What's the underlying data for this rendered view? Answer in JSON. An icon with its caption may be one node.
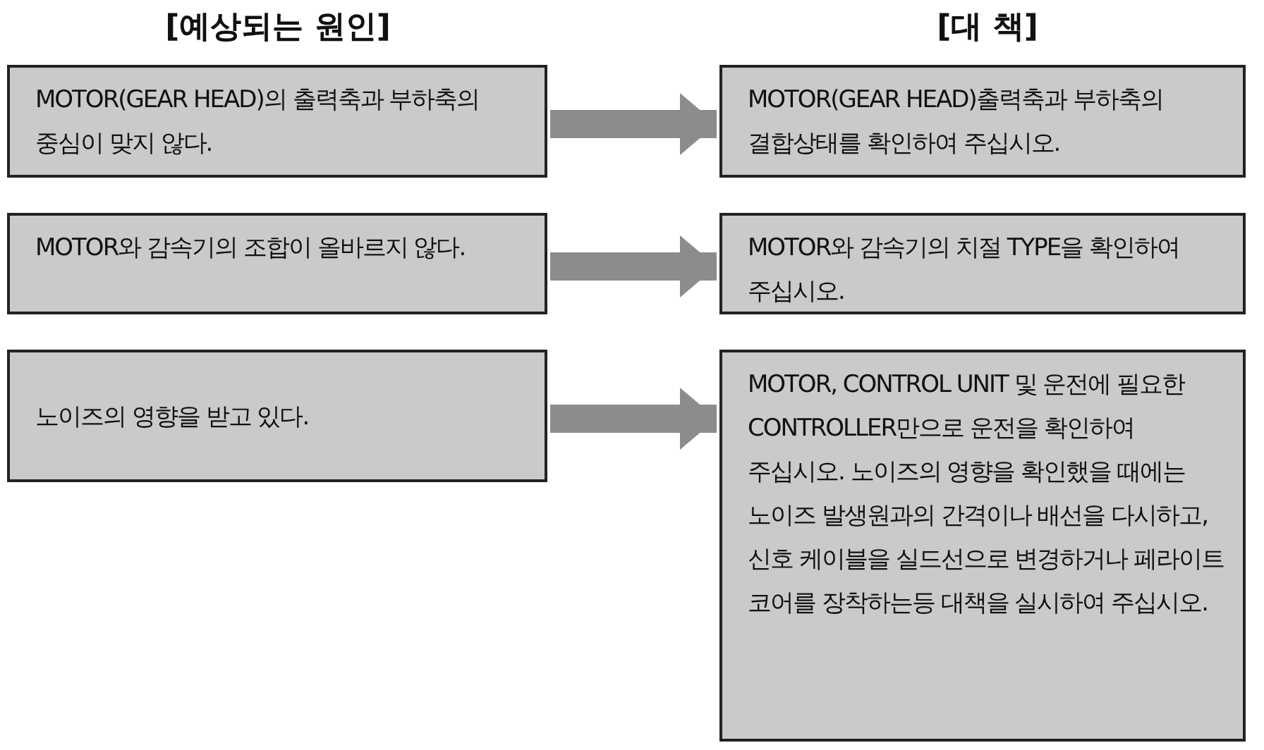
{
  "diagram": {
    "nodes": [
      {
        "text": [
          "MOTOR(GEAR HEAD)의 출력축과 부하축의 중심이 맞지 않다."
        ]
      },
      {
        "text": [
          "MOTOR(GEAR HEAD)출력축과 부하축의 결합상태를 확인하여 주십시오."
        ]
      },
      {
        "text": [
          "MOTOR와 감속기의 조합이 올바르지 않다."
        ]
      },
      {
        "text": [
          "MOTOR와 감속기의 치절 TYPE을 확인하여 주십시오."
        ]
      },
      {
        "text": [
          "노이즈의 영향을 받고 있다."
        ]
      },
      {
        "text": [
          "MOTOR, CONTROL UNIT 및 운전에 필요한 CONTROLLER만으로 운전을 확인하여 주십시오. 노이즈의 영향을 확인했을 때에는 노이즈 발생원과의 간격이나 배선을 다시하고, 신호 케이블을 실드선으로 변경하거나 페라이트 코어를 장착하는등 대책을 실시하여 주십시오."
        ]
      }
    ],
    "edges": [
      {
        "from": 0,
        "to": 1,
        "arrow": "to"
      },
      {
        "from": 2,
        "to": 3,
        "arrow": "to"
      },
      {
        "from": 4,
        "to": 5,
        "arrow": "to"
      }
    ],
    "labels": [
      "[예상되는 원인]",
      "[대 책]"
    ]
  }
}
